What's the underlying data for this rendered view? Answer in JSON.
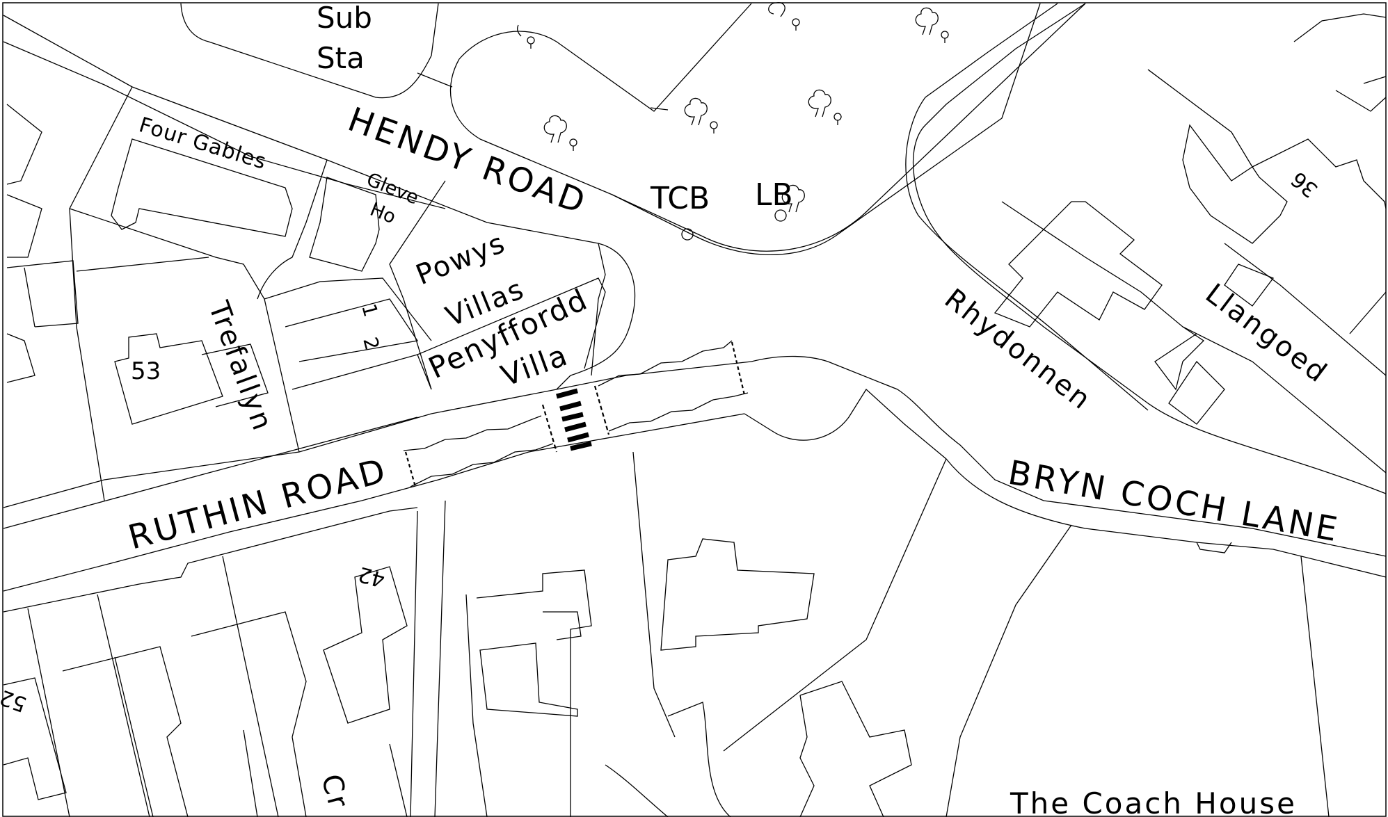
{
  "roads": {
    "hendy": "HENDY ROAD",
    "ruthin": "RUTHIN ROAD",
    "bryn_coch": "BRYN COCH LANE"
  },
  "buildings": {
    "sub_sta_1": "Sub",
    "sub_sta_2": "Sta",
    "four_gables": "Four Gables",
    "gleve_1": "Gleve",
    "gleve_2": "Ho",
    "powys": "Powys",
    "villas": "Villas",
    "penyffordd": "Penyffordd",
    "villa": "Villa",
    "trefallyn": "Trefallyn",
    "rhydonnen": "Rhydonnen",
    "llangoed": "Llangoed",
    "coach_house": "The Coach House",
    "cr": "Cr"
  },
  "numbers": {
    "n53": "53",
    "n1": "1",
    "n2": "2",
    "n42": "42",
    "n52": "52",
    "n36": "36"
  },
  "features": {
    "tcb": "TCB",
    "lb": "LB"
  },
  "colors": {
    "ink": "#000000",
    "paper": "#ffffff"
  }
}
